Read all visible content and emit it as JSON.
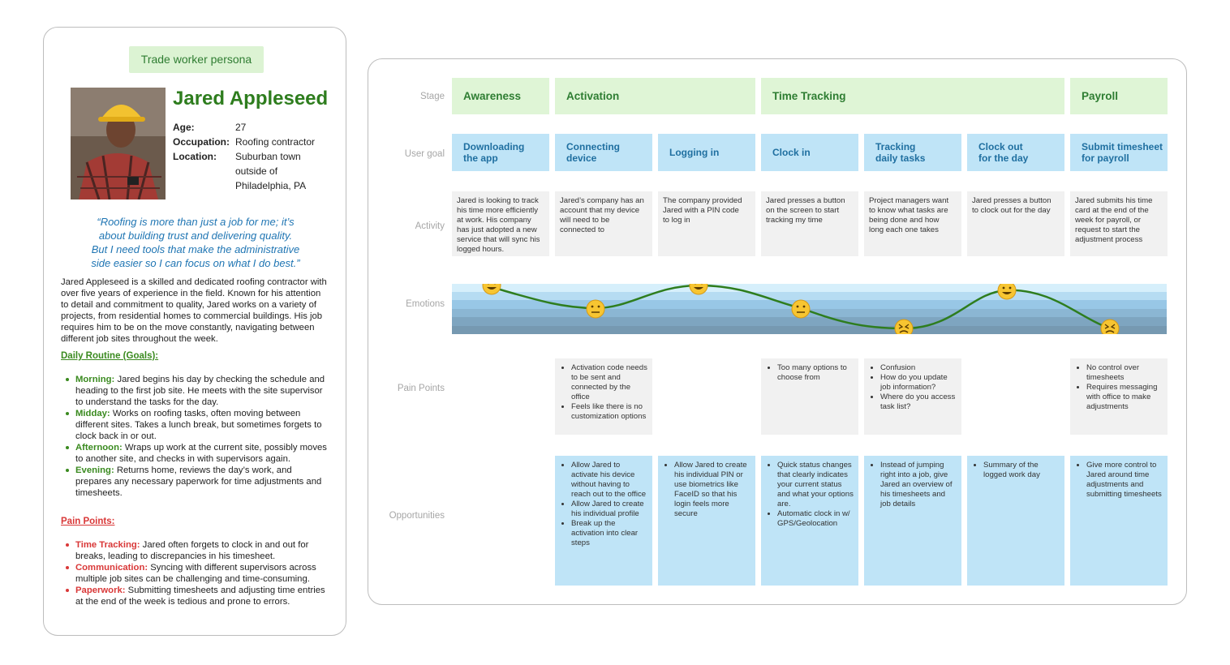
{
  "persona": {
    "badge": "Trade worker persona",
    "name": "Jared Appleseed",
    "facts": [
      {
        "label": "Age:",
        "value": "27"
      },
      {
        "label": "Occupation:",
        "value": "Roofing contractor"
      },
      {
        "label": "Location:",
        "value": "Suburban town outside of Philadelphia, PA"
      }
    ],
    "quote_lines": [
      "“Roofing is more than just a job for me; it’s",
      "about building trust and delivering quality.",
      "But I need tools that make the administrative",
      "side easier so I can focus on what I do best.”"
    ],
    "bio": "Jared Appleseed is a skilled and dedicated roofing contractor with over five years of experience in the field. Known for his attention to detail and commitment to quality, Jared works on a variety of projects, from residential homes to commercial buildings. His job requires him to be on the move constantly, navigating between different job sites throughout the week.",
    "routine_title": "Daily Routine (Goals):",
    "routine": [
      {
        "label": "Morning:",
        "text": " Jared begins his day by checking the schedule and heading to the first job site. He meets with the site supervisor to understand the tasks for the day."
      },
      {
        "label": "Midday:",
        "text": " Works on roofing tasks, often moving between different sites. Takes a lunch break, but sometimes forgets to clock back in or out."
      },
      {
        "label": "Afternoon:",
        "text": " Wraps up work at the current site, possibly moves to another site, and checks in with supervisors again."
      },
      {
        "label": "Evening:",
        "text": " Returns home, reviews the day’s work, and prepares any necessary paperwork for time adjustments and timesheets."
      }
    ],
    "pain_title": "Pain Points:",
    "pains": [
      {
        "label": "Time Tracking:",
        "text": " Jared often forgets to clock in and out for breaks, leading to discrepancies in his timesheet."
      },
      {
        "label": "Communication:",
        "text": " Syncing with different supervisors across multiple job sites can be challenging and time-consuming."
      },
      {
        "label": "Paperwork:",
        "text": " Submitting timesheets and adjusting time entries at the end of the week is tedious and prone to errors."
      }
    ]
  },
  "journey": {
    "row_labels": {
      "stage": "Stage",
      "goal": "User goal",
      "activity": "Activity",
      "emotions": "Emotions",
      "pain": "Pain Points",
      "opportunities": "Opportunities"
    },
    "stages": [
      "Awareness",
      "Activation",
      "Time Tracking",
      "Payroll"
    ],
    "goals": [
      [
        "Downloading",
        "the app"
      ],
      [
        "Connecting",
        "device"
      ],
      [
        "Logging in"
      ],
      [
        "Clock in"
      ],
      [
        "Tracking",
        "daily tasks"
      ],
      [
        "Clock out",
        "for the day"
      ],
      [
        "Submit timesheet",
        "for payroll"
      ]
    ],
    "activities": [
      [
        "Jared is looking to track",
        "his time more efficiently",
        "at work. His company",
        "has just adopted a new",
        "service that will sync his",
        "logged hours."
      ],
      [
        "Jared’s company has an",
        "account that my device",
        "will need to be",
        "connected to"
      ],
      [
        "The company provided",
        "Jared with a PIN code",
        "to log in"
      ],
      [
        "Jared presses a button",
        "on the screen to start",
        "tracking my time"
      ],
      [
        "Project managers want",
        "to know what tasks are",
        "being done and how",
        "long each one takes"
      ],
      [
        "Jared presses a button",
        "to clock out for the day"
      ],
      [
        "Jared submits his time",
        "card at the end of the",
        "week for payroll, or",
        "request to start the",
        "adjustment process"
      ]
    ],
    "emotions": [
      "happy",
      "neutral",
      "happy",
      "neutral",
      "frustrated",
      "happy",
      "frustrated"
    ],
    "pain_points": {
      "activation": [
        "Activation code needs to be sent and connected by the office",
        "Feels like there is no customization options"
      ],
      "clock_in": [
        "Too many options to choose from"
      ],
      "tracking": [
        "Confusion",
        "How do you update job information?",
        "Where do you access task list?"
      ],
      "payroll": [
        "No control over timesheets",
        "Requires messaging with office to make adjustments"
      ]
    },
    "opportunities": {
      "activation": [
        "Allow Jared to activate his device without having to reach out to the office",
        "Allow Jared to create his individual profile",
        "Break up the activation into clear steps"
      ],
      "login": [
        "Allow Jared to create his individual PIN or use biometrics like FaceID so that his login feels more secure"
      ],
      "clock_in": [
        "Quick status changes that clearly indicates your current status and what your options are.",
        "Automatic clock in w/ GPS/Geolocation"
      ],
      "tracking": [
        "Instead of jumping right into a job, give Jared an overview of his timesheets and job details"
      ],
      "clock_out": [
        "Summary of the logged work day"
      ],
      "payroll": [
        "Give more control to Jared around time adjustments and submitting timesheets"
      ]
    }
  },
  "colors": {
    "stage_bg": "#dff5d6",
    "goal_bg": "#bfe4f7",
    "card_bg": "#f1f1f1",
    "curve": "#2e7d1e",
    "band_light": "#cdebfa",
    "band_dark": "#7aa6c2"
  }
}
